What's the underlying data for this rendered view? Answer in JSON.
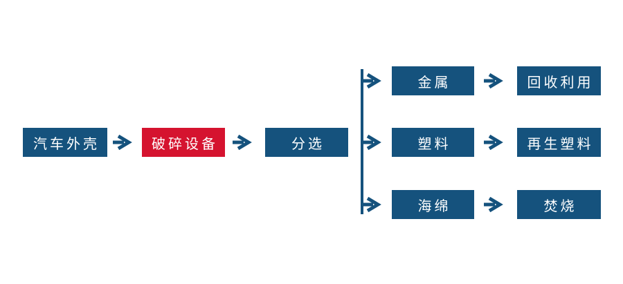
{
  "flowchart": {
    "title": "automobile-shell-recycling-process",
    "colors": {
      "primary_blue": "#15527d",
      "highlight_red": "#d5132f",
      "text": "#ffffff",
      "background": "#ffffff"
    },
    "main_chain": [
      {
        "label": "汽车外壳",
        "style": "blue"
      },
      {
        "label": "破碎设备",
        "style": "red"
      },
      {
        "label": "分选",
        "style": "blue"
      }
    ],
    "branches": [
      {
        "source_label": "金属",
        "result_label": "回收利用"
      },
      {
        "source_label": "塑料",
        "result_label": "再生塑料"
      },
      {
        "source_label": "海绵",
        "result_label": "焚烧"
      }
    ]
  }
}
